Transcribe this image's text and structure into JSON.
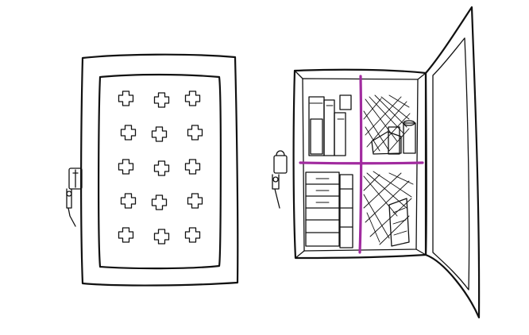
{
  "illustration": {
    "subject": "medicine-cabinet-sketch",
    "views": [
      "closed-cabinet",
      "open-cabinet"
    ]
  },
  "closed_cabinet": {
    "cross_grid": {
      "rows": 5,
      "columns": 3,
      "icon": "plus-icon"
    },
    "lock": {
      "icon": "padlock-icon",
      "key_icon": "key-icon"
    }
  },
  "open_cabinet": {
    "compartments": 4,
    "lock": {
      "icon": "padlock-icon",
      "key_icon": "key-icon"
    }
  },
  "colors": {
    "ink": "#111111",
    "shelf_divider": "#a12b9f",
    "background": "#ffffff"
  }
}
